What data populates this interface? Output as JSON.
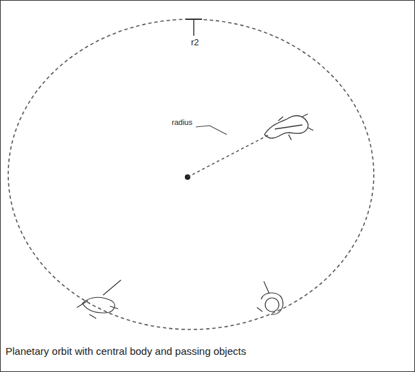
{
  "diagram": {
    "caption": "Planetary orbit with central body and passing objects",
    "labels": [
      "r2",
      "radius"
    ]
  }
}
